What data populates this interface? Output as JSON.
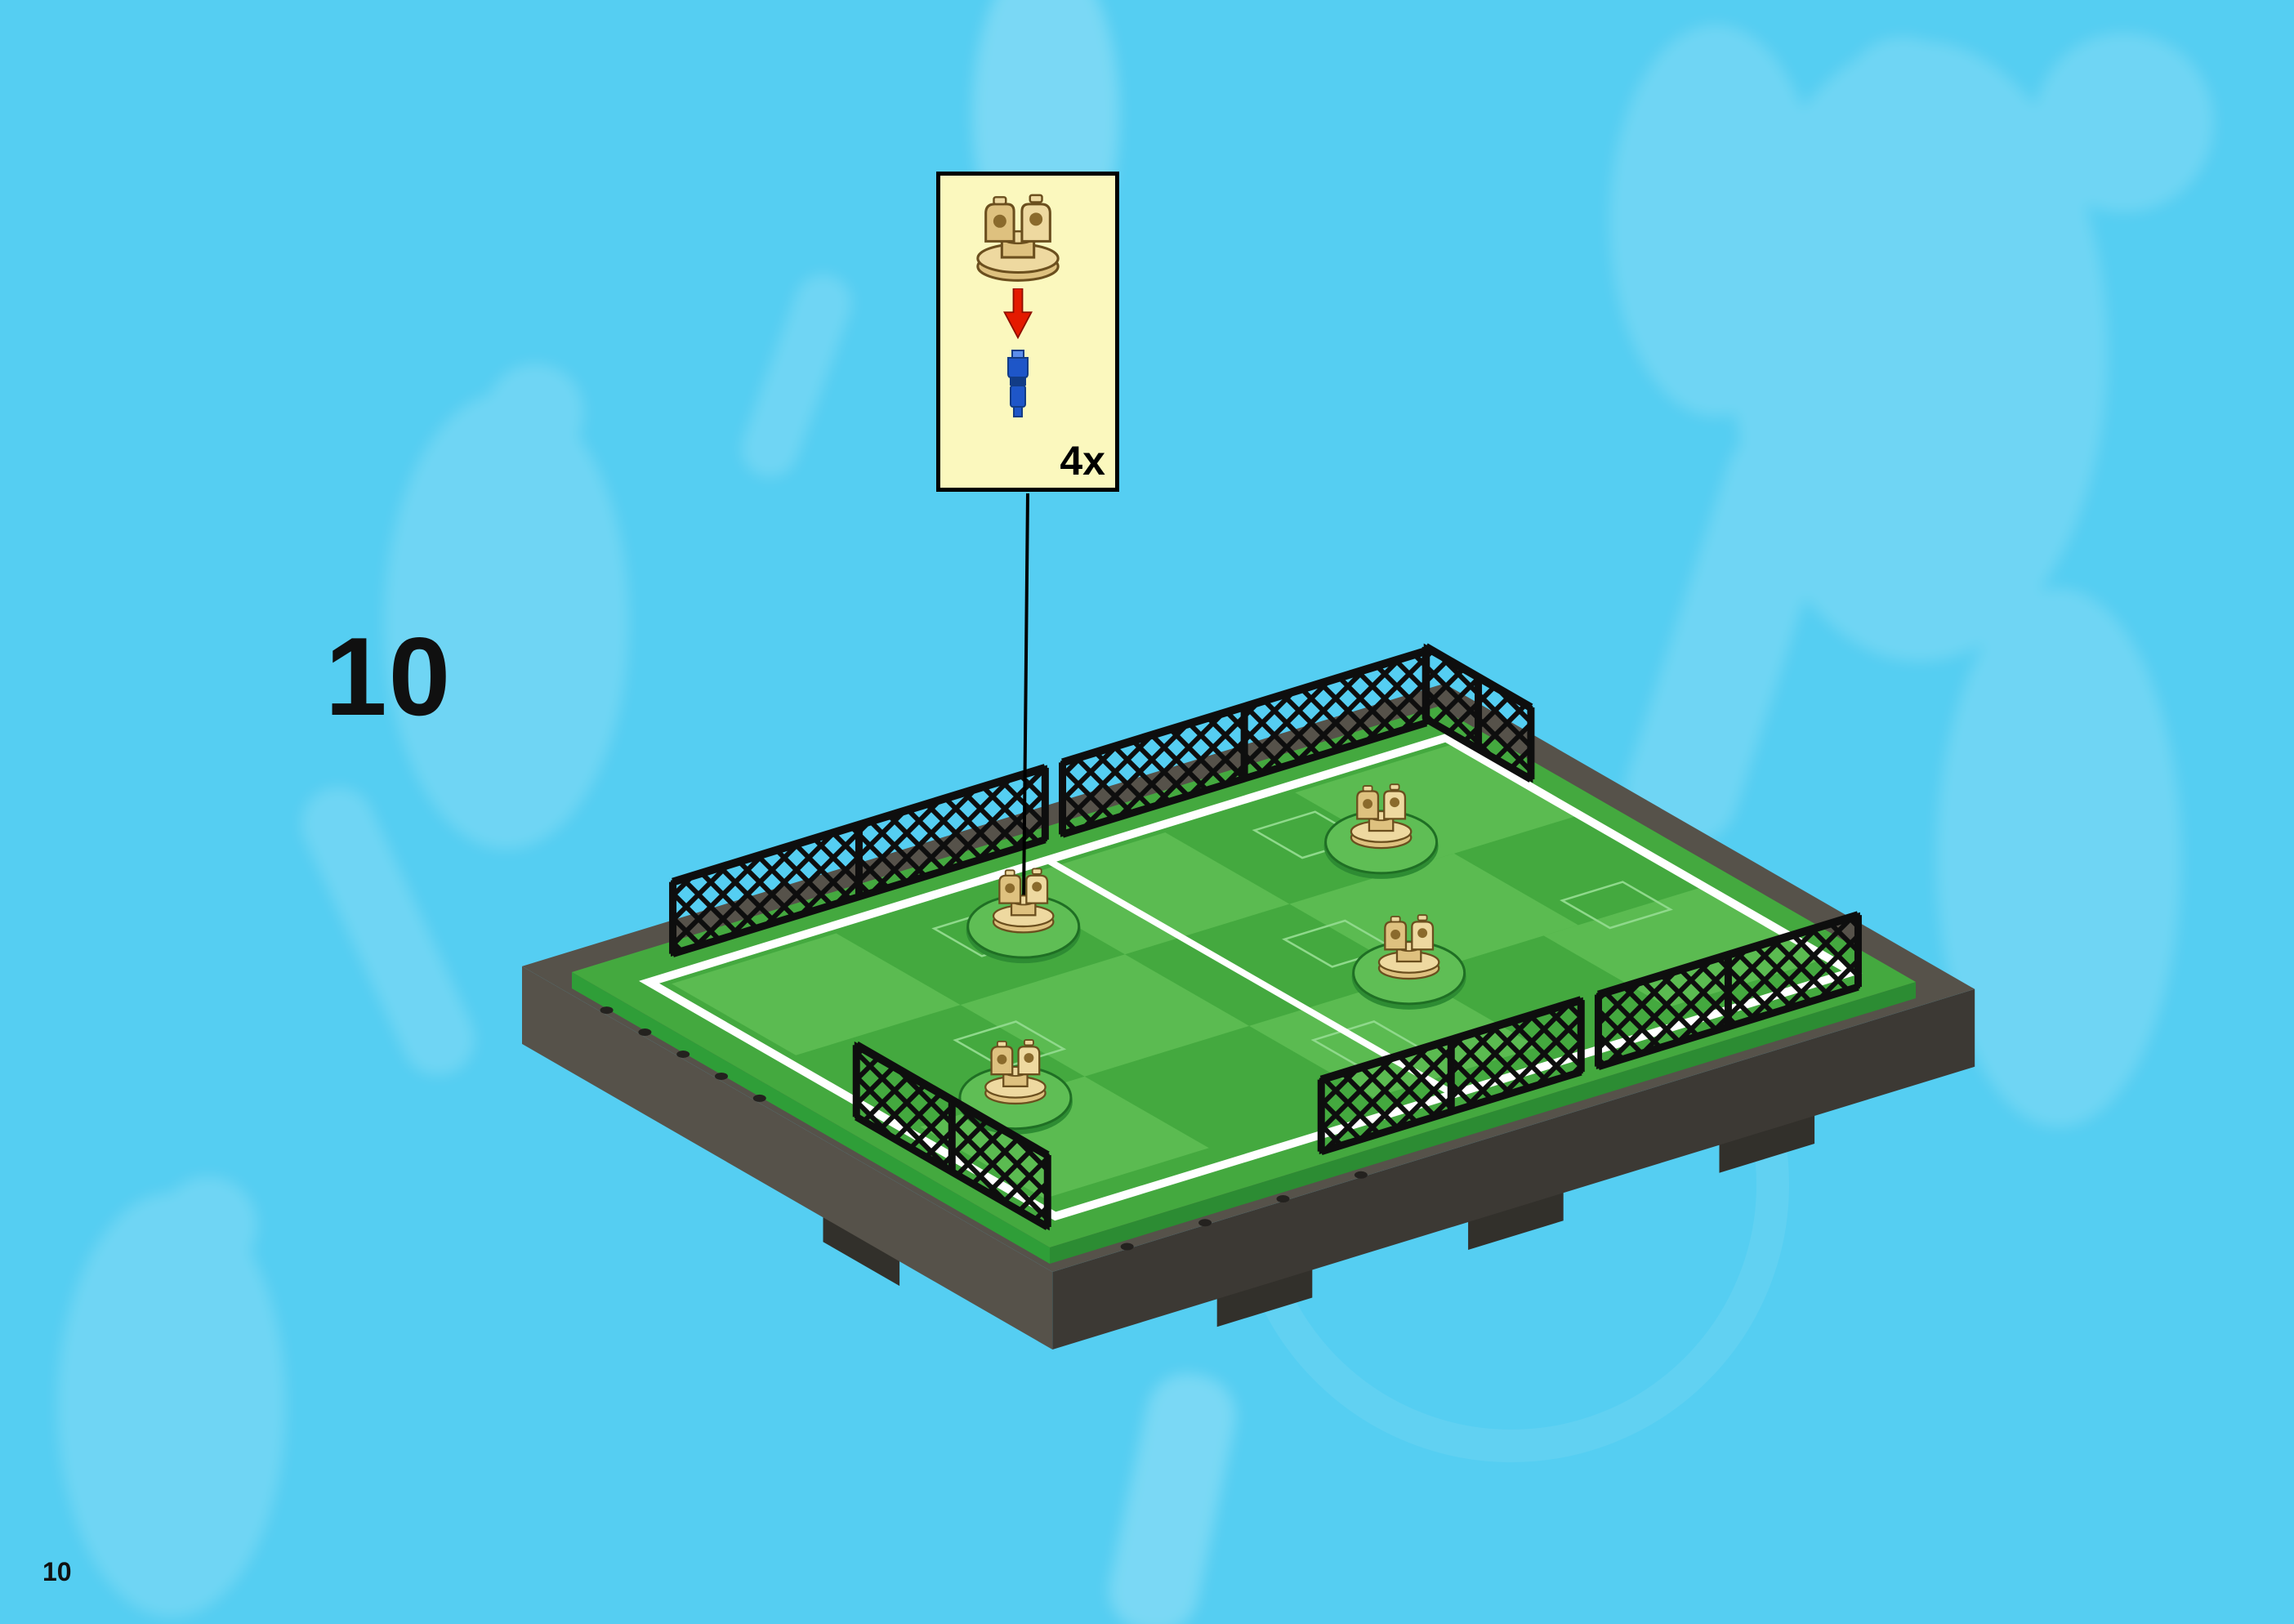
{
  "page": {
    "background_color": "#55CEF2",
    "page_number": "10"
  },
  "step": {
    "number": "10"
  },
  "callout": {
    "quantity": "4x",
    "background_color": "#FBF8BE",
    "border_color": "#000000",
    "arrow_color": "#E41A00",
    "parts": [
      {
        "id": "tan-stand-piece",
        "color": "#DEC17F"
      },
      {
        "id": "blue-pin-piece",
        "color": "#1E56C8"
      }
    ]
  },
  "model": {
    "colors": {
      "field_green": "#44A93F",
      "field_light_green": "#5FBE55",
      "mound_green": "#5FBE55",
      "bevel_green_left": "#2F9E38",
      "bevel_green_right": "#2C8C33",
      "line_white": "#FFFFFF",
      "base_gray": "#56524A",
      "base_gray_dark": "#3C3934",
      "foot_gray": "#32302B",
      "fence_black": "#0E0E0E",
      "stud_dark": "#24221F",
      "tan": "#DEC17F",
      "tan_light": "#EED9A0",
      "tan_dark": "#8A6A2C",
      "tan_outline": "#6B4F1E"
    }
  },
  "leader_line": {
    "color": "#000000"
  }
}
